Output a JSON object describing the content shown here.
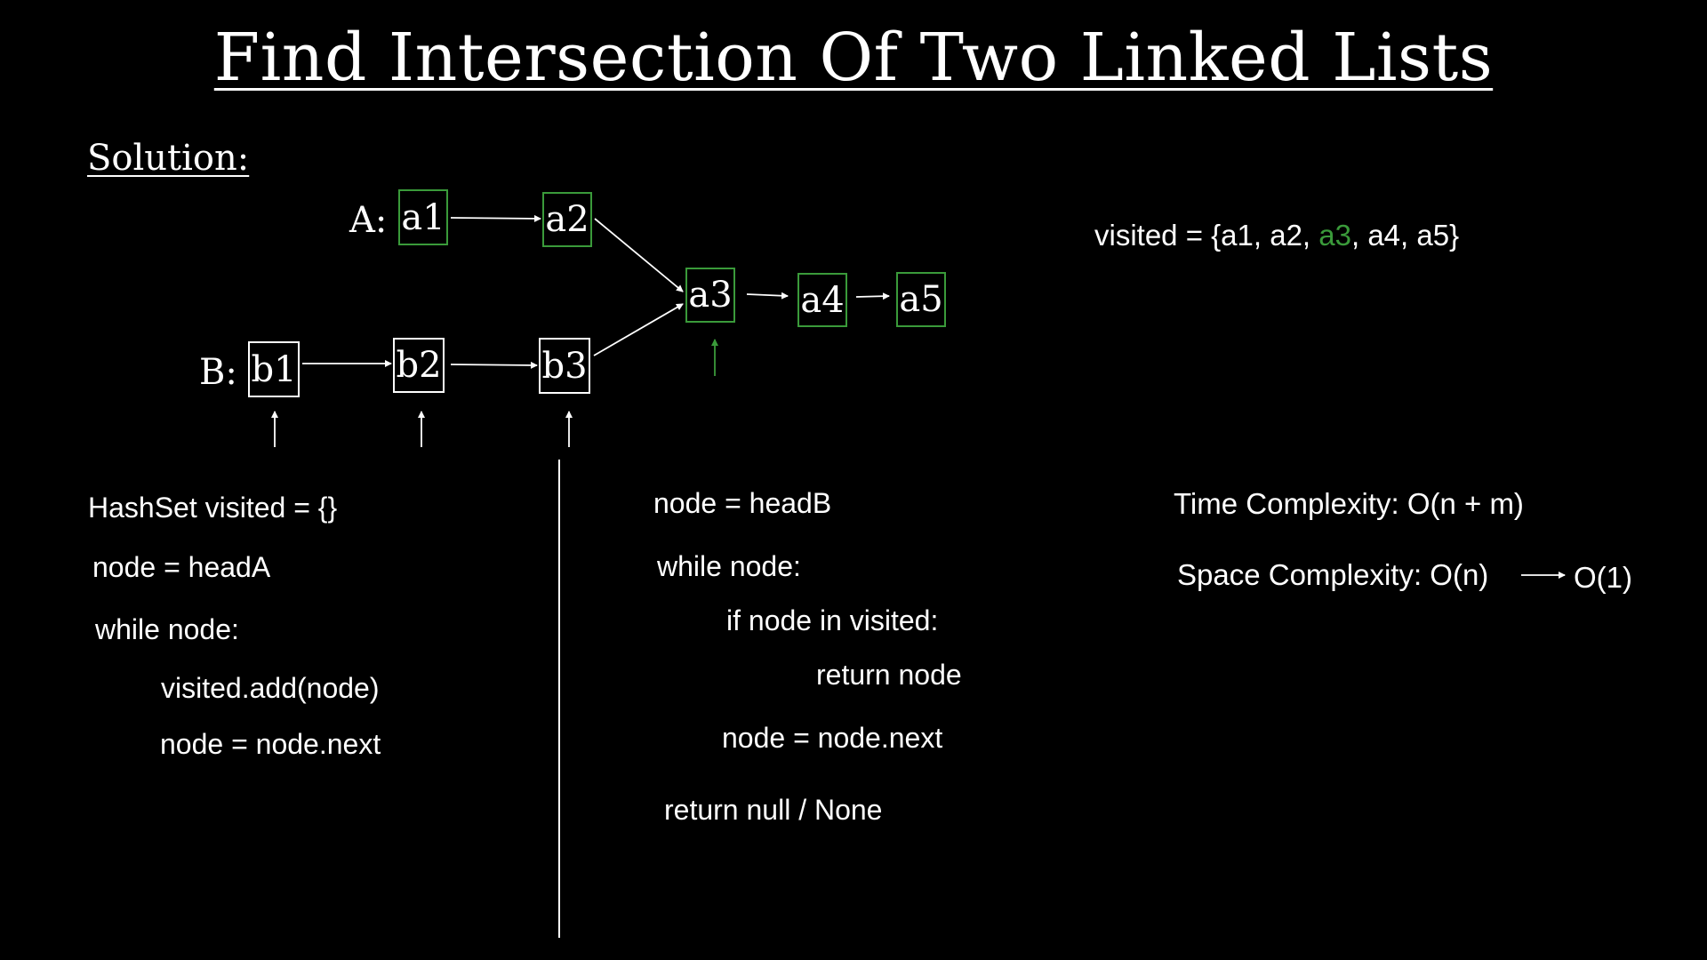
{
  "title": "Find Intersection Of Two Linked Lists",
  "subtitle": "Solution:",
  "diagram": {
    "list_a_label": "A:",
    "list_b_label": "B:",
    "nodes": {
      "a1": "a1",
      "a2": "a2",
      "a3": "a3",
      "a4": "a4",
      "a5": "a5",
      "b1": "b1",
      "b2": "b2",
      "b3": "b3"
    }
  },
  "visited_set": {
    "prefix": "visited = {a1, a2, ",
    "highlight": "a3",
    "suffix": ", a4, a5}",
    "highlight_color": "#3a9a3a"
  },
  "code_left": {
    "line1": "HashSet visited = {}",
    "line2": "node = headA",
    "line3": "while node:",
    "line4": "visited.add(node)",
    "line5": "node = node.next"
  },
  "code_right": {
    "line1": "node = headB",
    "line2": "while node:",
    "line3": "if node in visited:",
    "line4": "return node",
    "line5": "node = node.next",
    "line6": "return null / None"
  },
  "complexity": {
    "time": "Time Complexity: O(n + m)",
    "space": "Space Complexity: O(n)",
    "space_improved": "O(1)"
  },
  "colors": {
    "background": "#000000",
    "foreground": "#ffffff",
    "intersection_green": "#3a9a3a"
  }
}
